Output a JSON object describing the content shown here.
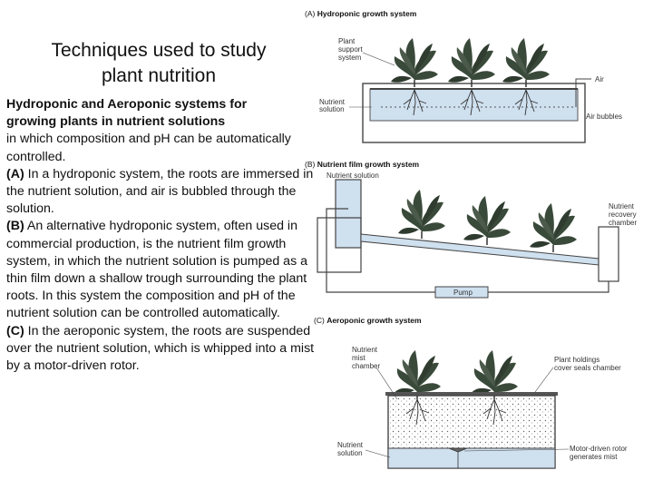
{
  "slide": {
    "title_line1": "Techniques used to study",
    "title_line2": "plant nutrition",
    "subtitle_line1": "Hydroponic and Aeroponic systems for",
    "subtitle_line2": "growing plants in nutrient solutions",
    "body": [
      {
        "bold": "",
        "text": "in which composition and pH can be automatically controlled."
      },
      {
        "bold": "(A)",
        "text": " In a hydroponic system, the roots are immersed in the nutrient solution, and air is bubbled through the solution."
      },
      {
        "bold": "(B)",
        "text": " An alternative hydroponic system, often used in commercial production, is the nutrient film growth system, in which the nutrient solution is pumped as a thin film down a shallow trough surrounding the plant roots. In this system the composition and pH of the nutrient solution can be controlled automatically."
      },
      {
        "bold": "(C)",
        "text": " In the aeroponic system, the roots are suspended over the nutrient solution, which is whipped into a mist by a motor-driven rotor."
      }
    ]
  },
  "figure": {
    "panel_a": {
      "label": "(A)",
      "title": "Hydroponic growth system",
      "plant_support_line1": "Plant",
      "plant_support_line2": "support",
      "plant_support_line3": "system",
      "air": "Air",
      "nutrient_solution_line1": "Nutrient",
      "nutrient_solution_line2": "solution",
      "air_bubbles": "Air bubbles"
    },
    "panel_b": {
      "label": "(B)",
      "title": "Nutrient film growth system",
      "nutrient_solution": "Nutrient solution",
      "recovery_line1": "Nutrient",
      "recovery_line2": "recovery",
      "recovery_line3": "chamber",
      "pump": "Pump"
    },
    "panel_c": {
      "label": "(C)",
      "title": "Aeroponic growth system",
      "mist_line1": "Nutrient",
      "mist_line2": "mist",
      "mist_line3": "chamber",
      "holdings_line1": "Plant holdings",
      "holdings_line2": "cover seals chamber",
      "solution_line1": "Nutrient",
      "solution_line2": "solution",
      "rotor_line1": "Motor-driven rotor",
      "rotor_line2": "generates mist"
    }
  },
  "colors": {
    "solution": "#cfe0ef",
    "plant": "#3a4a3a",
    "outline": "#444444"
  }
}
